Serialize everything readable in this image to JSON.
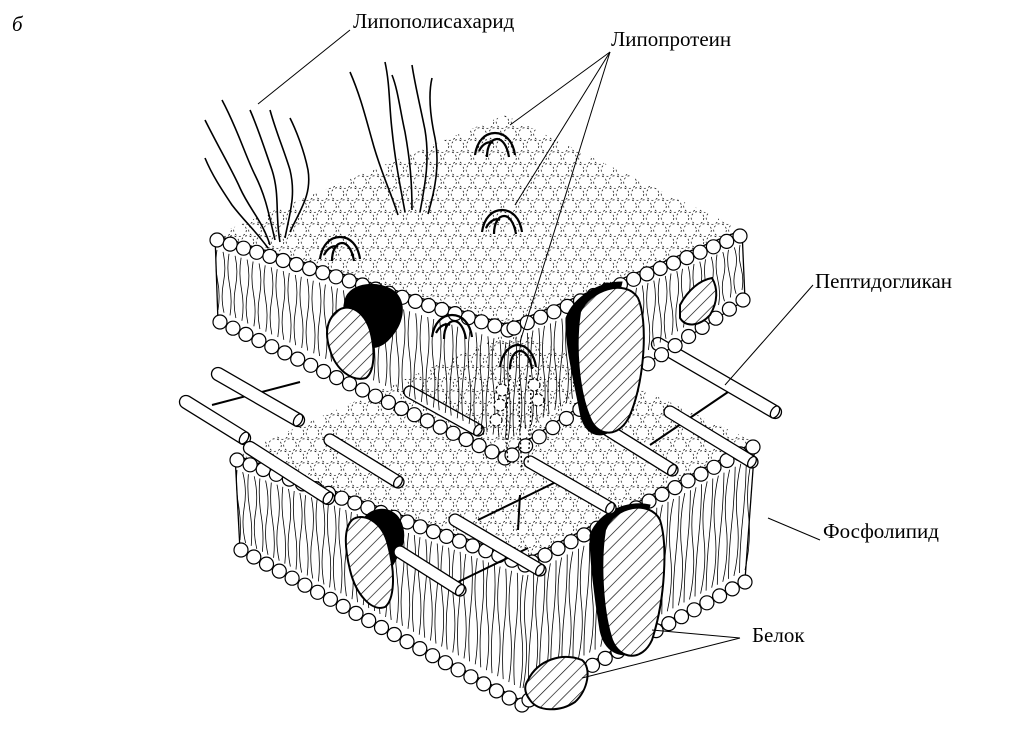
{
  "panel_letter": "б",
  "labels": {
    "lipopolysaccharide": "Липополисахарид",
    "lipoprotein": "Липопротеин",
    "peptidoglycan": "Пептидогликан",
    "phospholipid": "Фосфолипид",
    "protein": "Белок"
  }
}
